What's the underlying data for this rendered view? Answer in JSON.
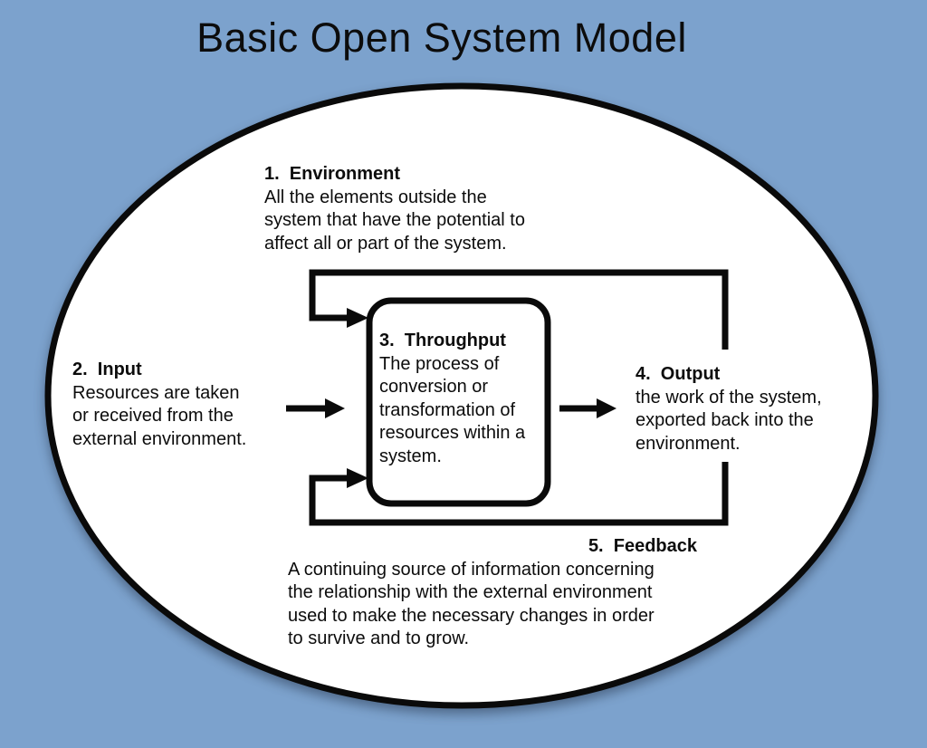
{
  "colors": {
    "background": "#7CA2CD",
    "ink": "#0c0c0c",
    "shape_fill": "#ffffff"
  },
  "title": "Basic Open System Model",
  "sections": {
    "environment": {
      "heading": "1.  Environment",
      "body": "All the elements outside the\nsystem that have the potential to\naffect all or part of the system."
    },
    "input": {
      "heading": "2.  Input",
      "body": "Resources are taken\nor received from the\nexternal environment."
    },
    "throughput": {
      "heading": "3.  Throughput",
      "body": "The process of\nconversion or\ntransformation of\nresources within a\nsystem."
    },
    "output": {
      "heading": "4.  Output",
      "body": "the work of the system,\nexported back into the\nenvironment."
    },
    "feedback": {
      "heading": "5.  Feedback",
      "body": "A continuing source of information concerning\nthe relationship with the external environment\nused to make the necessary changes in order\nto survive and to grow."
    }
  }
}
